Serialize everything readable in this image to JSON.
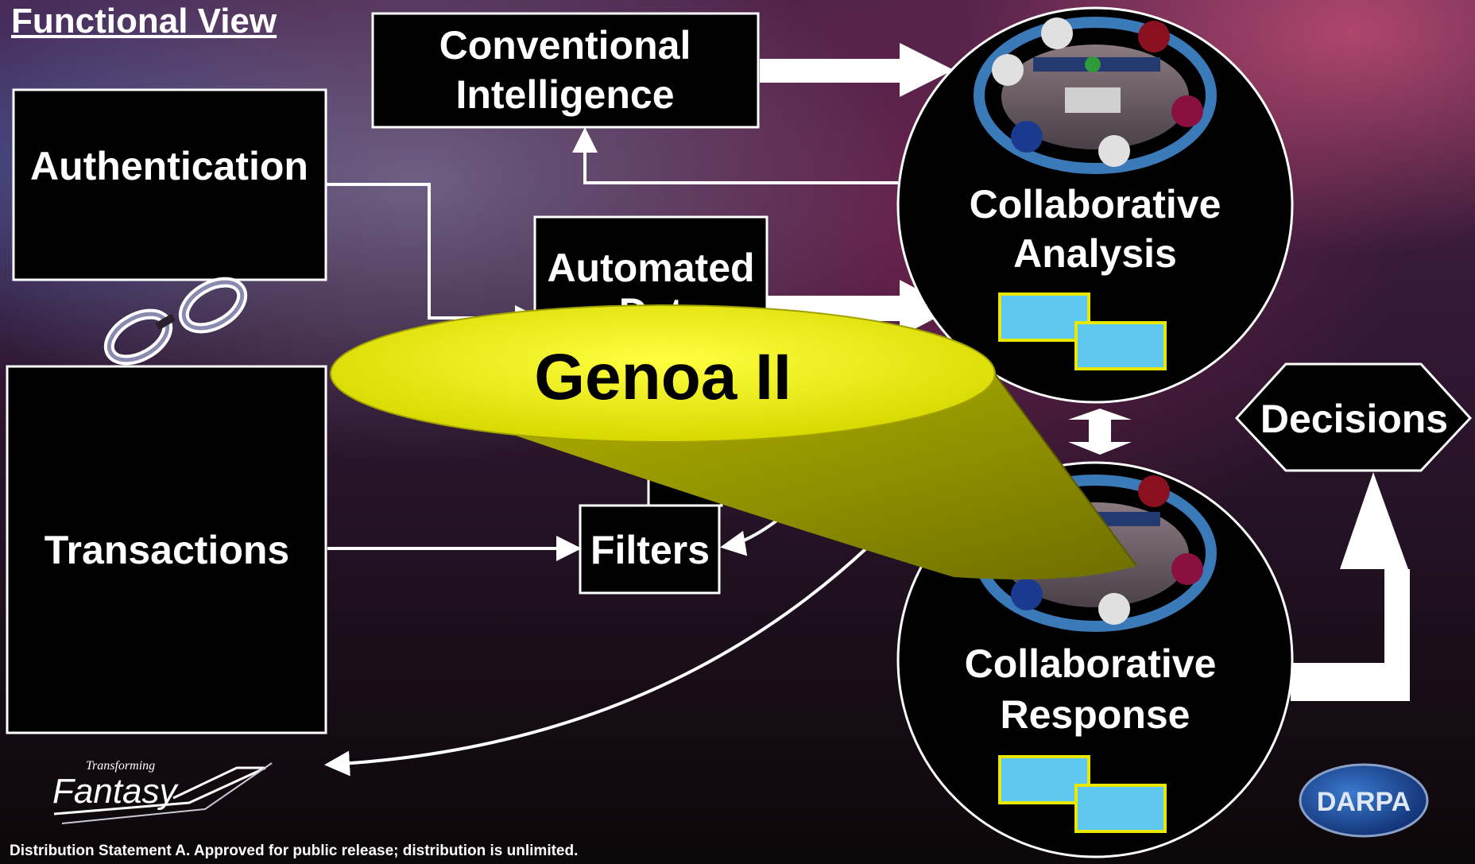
{
  "title": "Functional View",
  "nodes": {
    "conventional_intelligence": [
      "Conventional",
      "Intelligence"
    ],
    "authentication": "Authentication",
    "automated": [
      "Automated",
      "Dat"
    ],
    "transactions": "Transactions",
    "filters": "Filters",
    "collaborative_analysis": [
      "Collaborative",
      "Analysis"
    ],
    "collaborative_response": [
      "Collaborative",
      "Response"
    ],
    "decisions": "Decisions"
  },
  "genoa_label": "Genoa II",
  "footer": "Distribution Statement A. Approved for public release; distribution is unlimited.",
  "logos": {
    "left": "Fantasy",
    "left_tagline": "Transforming",
    "right": "DARPA"
  },
  "colors": {
    "box_fill": "#000000",
    "box_stroke": "#ffffff",
    "genoa_yellow": "#e8e800",
    "window_blue": "#5ec8f0",
    "window_border": "#e8e800"
  }
}
